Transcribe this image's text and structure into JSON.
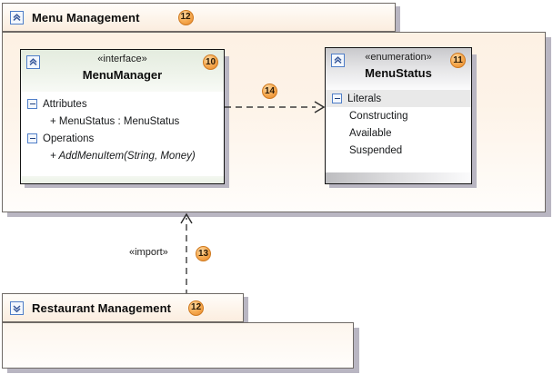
{
  "diagram": {
    "kind": "uml-package-diagram",
    "background": "#ffffff"
  },
  "packages": [
    {
      "id": "menu-management",
      "name": "Menu Management",
      "badge": "12",
      "collapse_icon": "chevron-up-icon",
      "state": "expanded"
    },
    {
      "id": "restaurant-management",
      "name": "Restaurant Management",
      "badge": "12",
      "collapse_icon": "chevron-down-icon",
      "state": "collapsed"
    }
  ],
  "classifiers": [
    {
      "id": "menu-manager",
      "stereotype": "«interface»",
      "name": "MenuManager",
      "badge": "10",
      "collapse_icon": "chevron-up-icon",
      "compartments": [
        {
          "label": "Attributes",
          "icon": "minus-box-icon",
          "highlighted": false,
          "members": [
            {
              "text": "+ MenuStatus : MenuStatus",
              "italic": false
            }
          ]
        },
        {
          "label": "Operations",
          "icon": "minus-box-icon",
          "highlighted": false,
          "members": [
            {
              "text": "+ AddMenuItem(String, Money)",
              "italic": true
            }
          ]
        }
      ]
    },
    {
      "id": "menu-status",
      "stereotype": "«enumeration»",
      "name": "MenuStatus",
      "badge": "11",
      "collapse_icon": "chevron-up-icon",
      "compartments": [
        {
          "label": "Literals",
          "icon": "minus-box-icon",
          "highlighted": true,
          "members": [
            {
              "text": "Constructing",
              "italic": false
            },
            {
              "text": "Available",
              "italic": false
            },
            {
              "text": "Suspended",
              "italic": false
            }
          ]
        }
      ]
    }
  ],
  "connectors": [
    {
      "id": "dependency-menumanager-menustatus",
      "type": "dependency",
      "style": "dashed-open-arrow",
      "direction": "right",
      "label": "",
      "badge": "14"
    },
    {
      "id": "import-restaurant-menu",
      "type": "import",
      "style": "dashed-open-arrow",
      "direction": "up",
      "label": "«import»",
      "badge": "13"
    }
  ],
  "colors": {
    "package_border": "#6f6a66",
    "package_fill": "#fdf1e4",
    "classifier_border": "#141414",
    "badge_fill": "#f7ad55",
    "badge_border": "#cf7a21",
    "icon_blue": "#4f7ec8",
    "shadow": "#b9b6c2",
    "highlight_band": "#e9e9e9"
  }
}
